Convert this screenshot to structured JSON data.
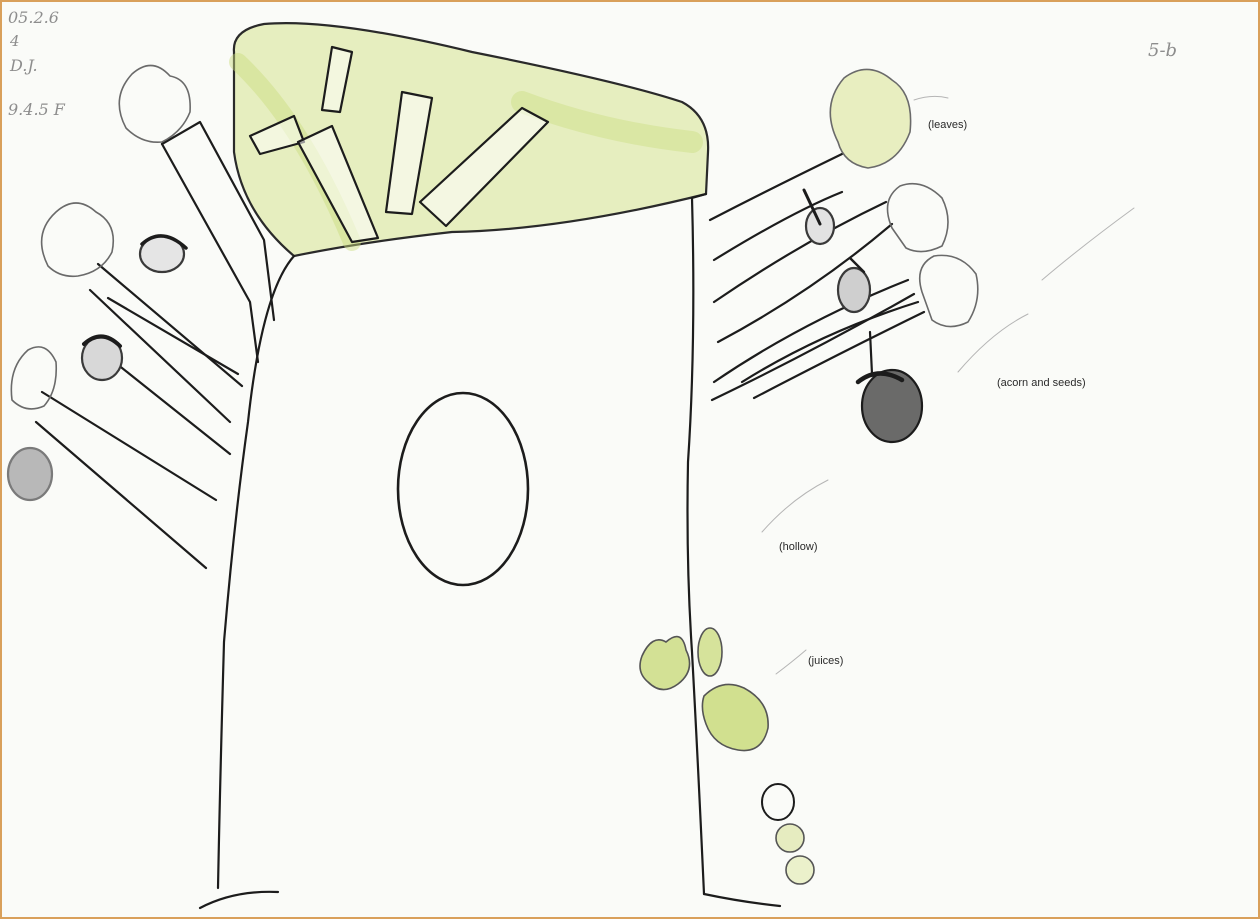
{
  "corner_notes": {
    "line1": "05.2.6",
    "line2": "4",
    "line3": "D.J.",
    "line4": "9.4.5 F",
    "top_right": "5-b"
  },
  "labels": {
    "leaves": "(leaves)",
    "acorn_and_seeds": "(acorn and seeds)",
    "hollow": "(hollow)",
    "juices": "(juices)"
  },
  "colors": {
    "pencil": "#1c1c1c",
    "leaf_green": "#c9db7c",
    "acorn_fill": "#3a3a3a",
    "border": "#d9a05b"
  }
}
